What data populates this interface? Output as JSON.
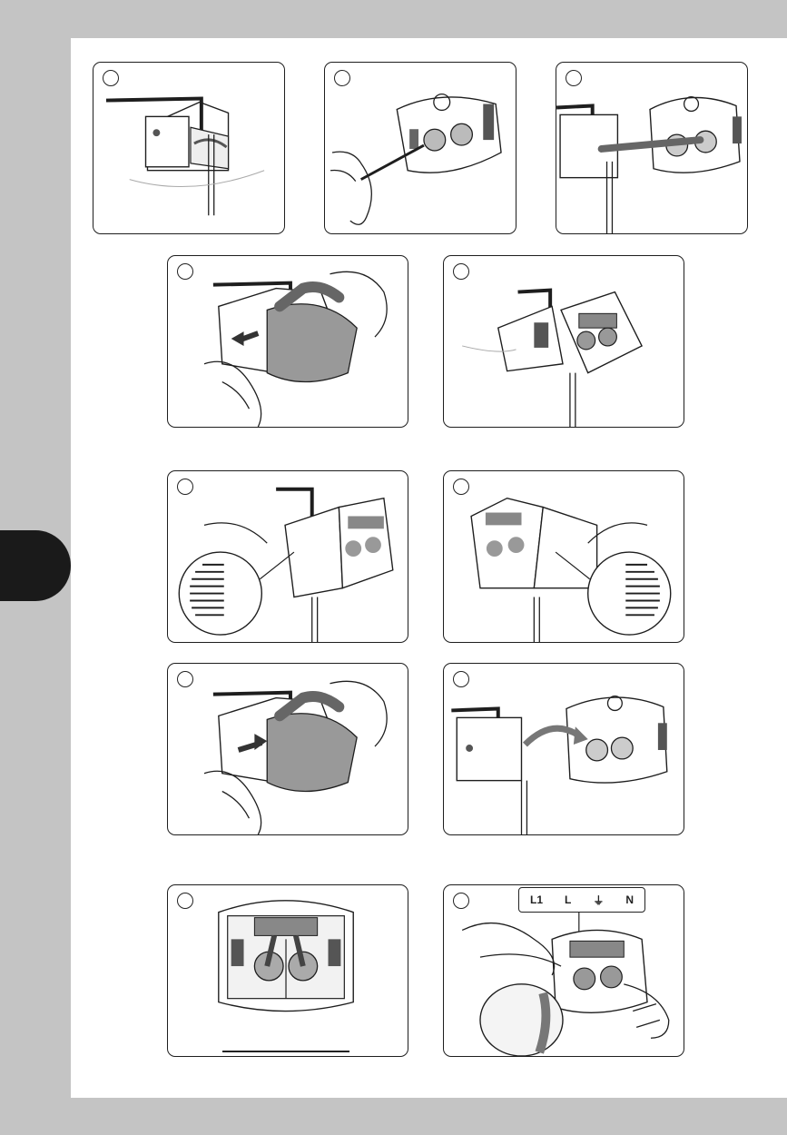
{
  "colors": {
    "page_background": "#c4c4c4",
    "sheet": "#ffffff",
    "line_art": "#1e1e1e",
    "shading": "#8a8a8a",
    "side_tab": "#1a1a1a"
  },
  "panels": [
    {
      "id": "p1",
      "illustration": "adapter-removed-from-socket-with-hex-key-icon"
    },
    {
      "id": "p2",
      "illustration": "screwdriver-on-socket-terminal-icon"
    },
    {
      "id": "p3",
      "illustration": "hex-key-connecting-adapter-to-socket-icon"
    },
    {
      "id": "p4",
      "illustration": "hand-pressing-adapter-cover-icon"
    },
    {
      "id": "p5",
      "illustration": "adapter-open-terminal-block-icon"
    },
    {
      "id": "p6",
      "illustration": "adapter-vent-grille-zoom-left-icon"
    },
    {
      "id": "p7",
      "illustration": "adapter-vent-grille-zoom-right-icon"
    },
    {
      "id": "p8",
      "illustration": "hand-pushing-adapter-cover-icon"
    },
    {
      "id": "p9",
      "illustration": "wire-routing-arrow-to-socket-icon"
    },
    {
      "id": "p10",
      "illustration": "socket-rear-wired-terminals-icon"
    },
    {
      "id": "p11",
      "illustration": "hands-wiring-terminal-block-icon"
    }
  ],
  "terminal_labels": [
    "L1",
    "L",
    "⏚",
    "N"
  ]
}
